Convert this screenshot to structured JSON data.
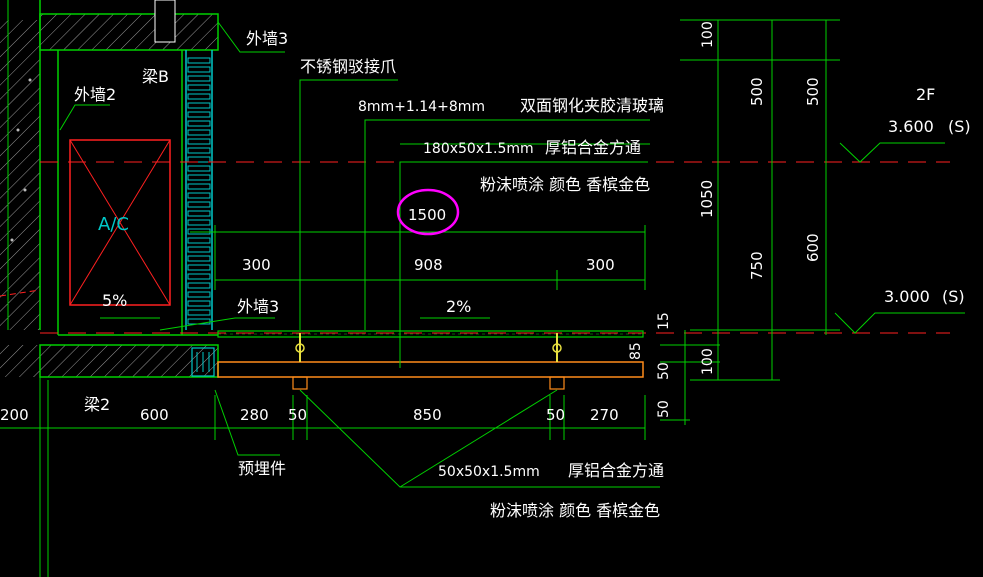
{
  "labels": {
    "wall_top_right": "外墙3",
    "wall_left": "外墙2",
    "wall_mid": "外墙3",
    "beam_top": "梁B",
    "beam_bottom": "梁2",
    "claw": "不锈钢驳接爪",
    "glass_spec": "8mm+1.14+8mm",
    "glass_name": "双面钢化夹胶清玻璃",
    "tube_spec_top": "180x50x1.5mm",
    "tube_name_top": "厚铝合金方通",
    "coating_top": "粉沫喷涂 颜色 香槟金色",
    "embedded": "预埋件",
    "tube_spec_bottom": "50x50x1.5mm",
    "tube_name_bottom": "厚铝合金方通",
    "coating_bottom": "粉沫喷涂 颜色 香槟金色",
    "ac": "A/C",
    "slope_left": "5%",
    "slope_right": "2%",
    "floor": "2F",
    "elev_top": "3.600",
    "elev_top_s": "(S)",
    "elev_bottom": "3.000",
    "elev_bottom_s": "(S)",
    "circled": "1500"
  },
  "dims": {
    "d300a": "300",
    "d908": "908",
    "d300b": "300",
    "b200": "200",
    "b600": "600",
    "b280": "280",
    "b50a": "50",
    "b850": "850",
    "b50b": "50",
    "b270": "270",
    "v100a": "100",
    "v500a": "500",
    "v500b": "500",
    "v1050": "1050",
    "v750": "750",
    "v600": "600",
    "v15": "15",
    "v85": "85",
    "v50a": "50",
    "v100b": "100",
    "v50b": "50"
  },
  "colors": {
    "background": "#000000",
    "line_green": "#00d000",
    "text": "#ffffff",
    "cyan": "#00c8c8",
    "red": "#ff2020",
    "orange": "#ff8c1a",
    "magenta": "#ff00ff",
    "hatch": "#9a9a9a"
  }
}
